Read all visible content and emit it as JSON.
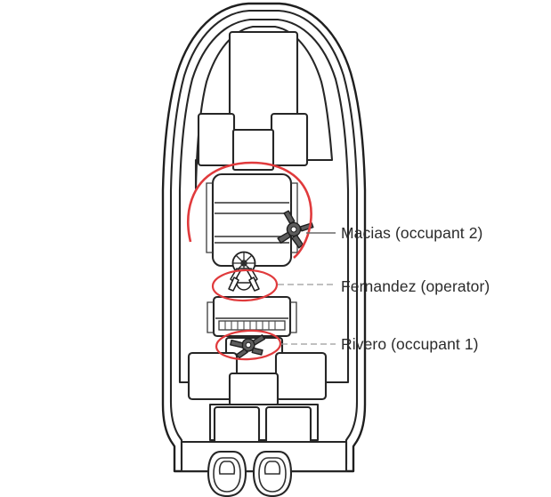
{
  "document": {
    "kind": "accident-reconstruction-diagram",
    "subject": "boat-deck-plan-view",
    "background_color": "#ffffff"
  },
  "colors": {
    "line": "#262626",
    "hull_line": "#1f1f1f",
    "highlight_red": "#e03a3c",
    "text": "#2b2b2b",
    "leader": "#8a8a8a"
  },
  "annotations": [
    {
      "id": "macias",
      "label": "Macias (occupant 2)",
      "marker": "circle",
      "marker_shape": "large-open-circle",
      "figure": "person-lying",
      "leader_dashed": true
    },
    {
      "id": "fernandez",
      "label": "Fernandez (operator)",
      "marker": "ellipse",
      "marker_shape": "ellipse",
      "figure": "person-seated-at-helm",
      "leader_dashed": true
    },
    {
      "id": "rivero",
      "label": "Rivero (occupant 1)",
      "marker": "ellipse",
      "marker_shape": "ellipse",
      "figure": "person-lying",
      "leader_dashed": true
    }
  ],
  "boat": {
    "view": "overhead-plan",
    "features": [
      "bow-deck",
      "bow-seat-port",
      "bow-seat-starboard",
      "center-walkthrough",
      "center-console",
      "steering-wheel",
      "helm-seat",
      "aft-bench",
      "aft-seat-port",
      "aft-seat-center",
      "aft-seat-starboard",
      "transom",
      "outboard-motor-port",
      "outboard-motor-starboard"
    ],
    "motor_count": 2
  }
}
